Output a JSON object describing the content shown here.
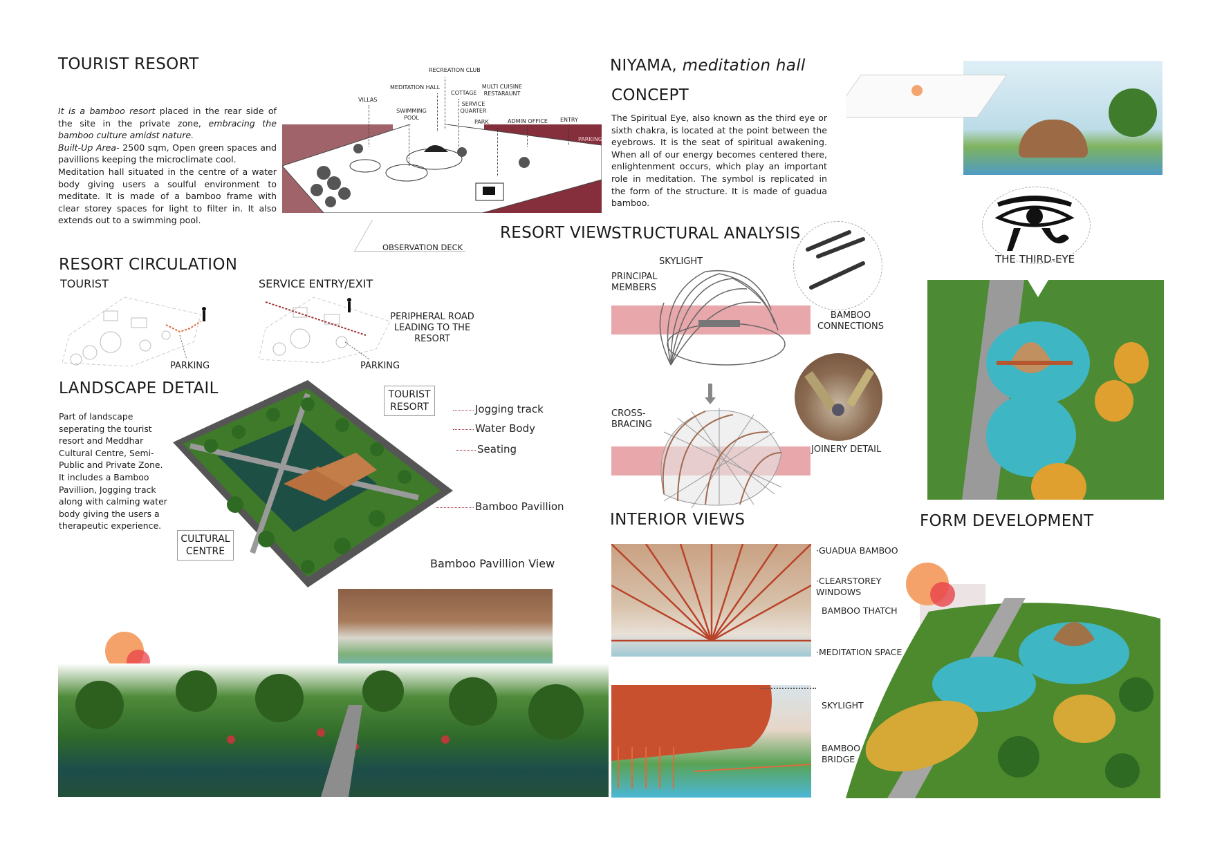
{
  "left": {
    "title": "TOURIST RESORT",
    "intro": {
      "p1_italic": "It is a bamboo resort",
      "p1_rest": " placed in the rear side of the site in the private zone, ",
      "p1_italic2": "embracing the bamboo culture amidst nature.",
      "p2_italic": "Built-Up Area-",
      "p2_rest": " 2500 sqm, Open green spaces and pavillions keeping the microclimate cool.",
      "p3": "Meditation hall situated in the centre of a water body giving users a soulful environment to meditate. It is made of a bamboo frame with clear storey spaces for light to filter in. It also extends out to a swimming pool."
    },
    "resort_view": {
      "title": "RESORT VIEW",
      "labels": {
        "recreation_club": "RECREATION CLUB",
        "meditation_hall": "MEDITATION HALL",
        "cottage": "COTTAGE",
        "multi_cuisine": "MULTI CUISINE RESTARAUNT",
        "villas": "VILLAS",
        "swimming_pool": "SWIMMING POOL",
        "service_quarter": "SERVICE QUARTER",
        "park": "PARK",
        "admin_office": "ADMIN OFFICE",
        "entry": "ENTRY",
        "parking": "PARKING",
        "observation_deck": "OBSERVATION DECK"
      }
    },
    "circulation": {
      "title": "RESORT CIRCULATION",
      "tourist": "TOURIST",
      "service": "SERVICE ENTRY/EXIT",
      "parking1": "PARKING",
      "parking2": "PARKING",
      "peripheral": "PERIPHERAL ROAD LEADING TO THE RESORT"
    },
    "landscape": {
      "title": "LANDSCAPE DETAIL",
      "text": "Part of landscape seperating the tourist resort and Meddhar Cultural Centre, Semi-Public and Private Zone. It includes a Bamboo Pavillion, Jogging track along with calming water body giving the users a therapeutic experience.",
      "tourist_resort_box": "TOURIST RESORT",
      "cultural_centre_box": "CULTURAL CENTRE",
      "jogging": "Jogging track",
      "water": "Water Body",
      "seating": "Seating",
      "pavillion": "Bamboo Pavillion",
      "pavillion_view": "Bamboo Pavillion View"
    }
  },
  "right": {
    "title_main": "NIYAMA,",
    "title_italic": "meditation hall",
    "concept_title": "CONCEPT",
    "concept_text": "The Spiritual Eye, also known as the third eye or sixth chakra, is located at the point between the eyebrows. It is the seat of spiritual awakening. When all of our energy becomes centered there, enlightenment occurs, which play an important role in meditation. The symbol is replicated in the form of the structure. It is made of guadua bamboo.",
    "third_eye": "THE THIRD-EYE",
    "structural": {
      "title": "STRUCTURAL ANALYSIS",
      "skylight": "SKYLIGHT",
      "principal": "PRINCIPAL MEMBERS",
      "bamboo_connections": "BAMBOO CONNECTIONS",
      "cross_bracing": "CROSS-BRACING",
      "joinery": "JOINERY DETAIL"
    },
    "interior": {
      "title": "INTERIOR VIEWS",
      "guadua": "GUADUA BAMBOO",
      "clearstorey": "CLEARSTOREY WINDOWS",
      "thatch": "BAMBOO THATCH",
      "meditation_space": "MEDITATION SPACE",
      "skylight": "SKYLIGHT",
      "bridge": "BAMBOO BRIDGE"
    },
    "form_title": "FORM DEVELOPMENT"
  },
  "colors": {
    "maroon": "#8a3a44",
    "pink_band": "#e8a7ab",
    "sun_orange": "#f4a26a",
    "sun_red": "#e8434a",
    "pool": "#3fb6c4",
    "grass": "#4d8a2e",
    "bamboo": "#c98b4a"
  }
}
